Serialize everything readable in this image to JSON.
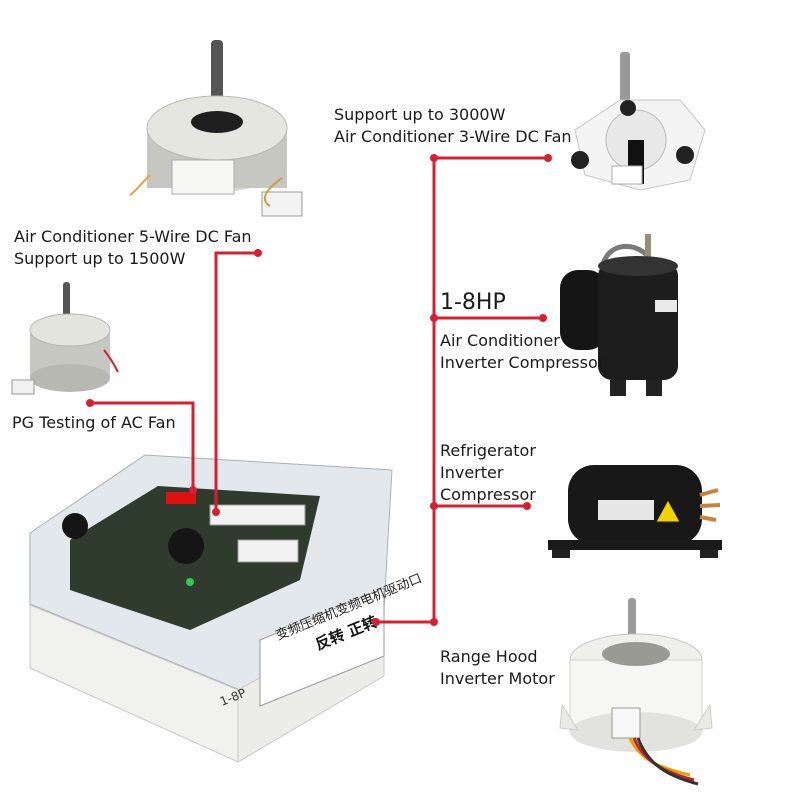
{
  "labels": {
    "fan_3wire": [
      "Support up to 3000W",
      "Air Conditioner 3-Wire DC Fan"
    ],
    "fan_5wire": [
      "Air Conditioner 5-Wire DC Fan",
      "Support up to 1500W"
    ],
    "pg_testing": "PG Testing of AC Fan",
    "hp_rating": "1-8HP",
    "ac_compressor": [
      "Air Conditioner",
      "Inverter Compressor"
    ],
    "fridge_compressor": [
      "Refrigerator",
      "Inverter",
      "Compressor"
    ],
    "range_hood": [
      "Range Hood",
      "Inverter Motor"
    ]
  },
  "device": {
    "front_text": "变频压缩机变频电机驱动口",
    "buttons": "反转 正转",
    "rating": "1-8P"
  },
  "colors": {
    "wire": "#d6202f",
    "case": "#f1f1ef",
    "cover": "#cfd6dd",
    "metal": "#c9c9c4",
    "black": "#1b1b1b"
  }
}
